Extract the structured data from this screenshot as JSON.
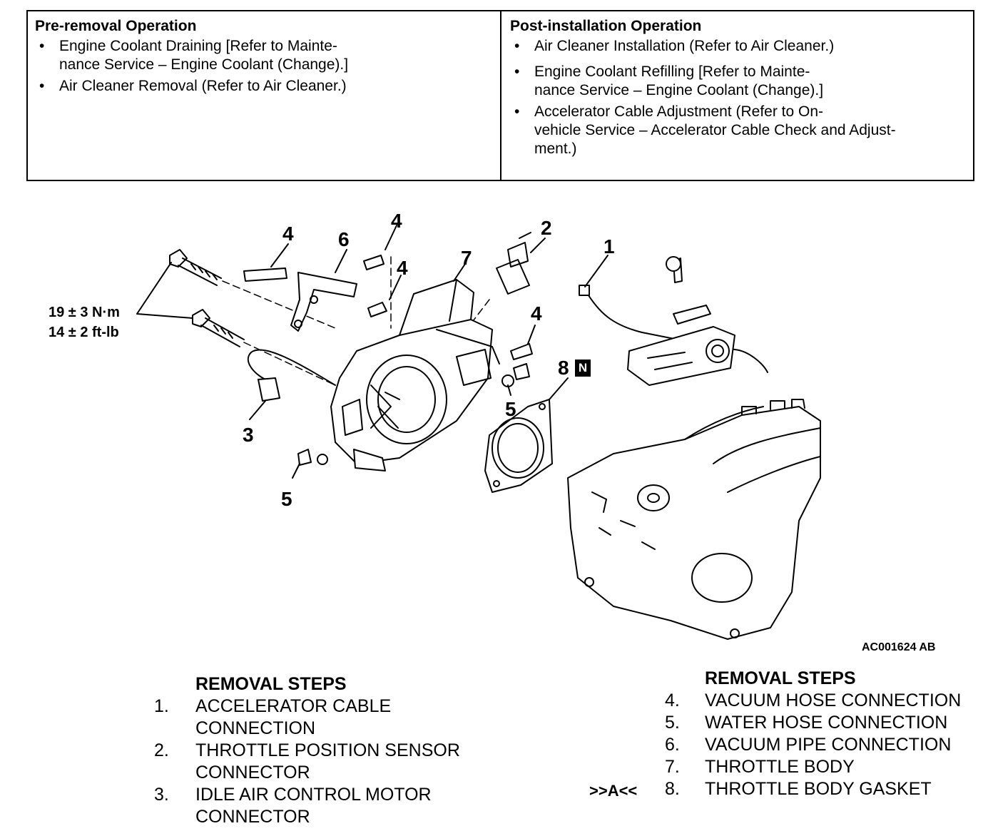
{
  "pre_removal": {
    "title": "Pre-removal Operation",
    "items": [
      {
        "bullet": "•",
        "lines": [
          "Engine Coolant Draining [Refer to Mainte-",
          "nance Service – Engine Coolant (Change).]"
        ]
      },
      {
        "bullet": "•",
        "lines": [
          "Air Cleaner Removal (Refer to Air Cleaner.)"
        ]
      }
    ]
  },
  "post_installation": {
    "title": "Post-installation Operation",
    "items": [
      {
        "bullet": "•",
        "lines": [
          "Air Cleaner Installation (Refer to Air Cleaner.)"
        ]
      },
      {
        "bullet": "•",
        "lines": [
          "Engine Coolant Refilling [Refer to  Mainte-",
          "nance Service – Engine Coolant (Change).]"
        ]
      },
      {
        "bullet": "•",
        "lines": [
          "Accelerator Cable Adjustment (Refer to On-",
          "vehicle Service – Accelerator Cable Check and Adjust-",
          "ment.)"
        ]
      }
    ]
  },
  "diagram": {
    "callouts": {
      "c4a": "4",
      "c6": "6",
      "c4b": "4",
      "c4c": "4",
      "c7": "7",
      "c2": "2",
      "c1": "1",
      "c4d": "4",
      "c8": "8",
      "c5a": "5",
      "c3": "3",
      "c5b": "5"
    },
    "new_part_mark": "N",
    "torque_nm": "19 ± 3 N·m",
    "torque_ftlb": "14 ± 2 ft-lb",
    "figure_code": "AC001624 AB"
  },
  "steps_left": {
    "heading": "REMOVAL STEPS",
    "items": [
      {
        "num": "1.",
        "lines": [
          "ACCELERATOR CABLE",
          "CONNECTION"
        ]
      },
      {
        "num": "2.",
        "lines": [
          "THROTTLE POSITION SENSOR",
          "CONNECTOR"
        ]
      },
      {
        "num": "3.",
        "lines": [
          "IDLE AIR CONTROL MOTOR",
          "CONNECTOR"
        ]
      }
    ]
  },
  "steps_right": {
    "heading": "REMOVAL STEPS",
    "items": [
      {
        "num": "4.",
        "lines": [
          "VACUUM HOSE CONNECTION"
        ]
      },
      {
        "num": "5.",
        "lines": [
          "WATER HOSE CONNECTION"
        ]
      },
      {
        "num": "6.",
        "lines": [
          "VACUUM PIPE CONNECTION"
        ]
      },
      {
        "num": "7.",
        "lines": [
          "THROTTLE BODY"
        ]
      },
      {
        "num": "8.",
        "mark": ">>A<<",
        "lines": [
          "THROTTLE BODY GASKET"
        ]
      }
    ]
  }
}
